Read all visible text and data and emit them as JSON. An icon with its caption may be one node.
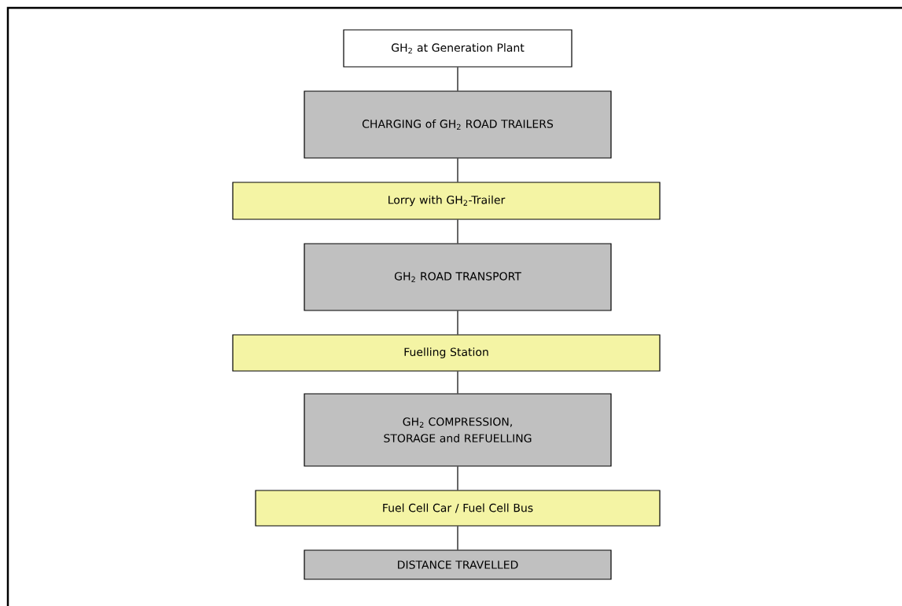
{
  "diagram": {
    "nodes": [
      {
        "text": [
          "GH$_{2}$ at Generation Plant"
        ]
      },
      {
        "text": [
          "CHARGING of GH$_{2}$ ROAD TRAILERS"
        ]
      },
      {
        "text": [
          "Lorry with GH$_{2}$-Trailer"
        ]
      },
      {
        "text": [
          "GH$_{2}$ ROAD TRANSPORT"
        ]
      },
      {
        "text": [
          "Fuelling Station"
        ]
      },
      {
        "text": [
          "GH$_{2}$ COMPRESSION, STORAGE and REFUELLING"
        ]
      },
      {
        "text": [
          "Fuel Cell Car / Fuel Cell Bus"
        ]
      },
      {
        "text": [
          "DISTANCE TRAVELLED"
        ]
      }
    ],
    "edges": [
      {
        "from": 0,
        "to": 1,
        "arrow": "none"
      },
      {
        "from": 1,
        "to": 2,
        "arrow": "none"
      },
      {
        "from": 2,
        "to": 3,
        "arrow": "none"
      },
      {
        "from": 3,
        "to": 4,
        "arrow": "none"
      },
      {
        "from": 4,
        "to": 5,
        "arrow": "none"
      },
      {
        "from": 5,
        "to": 6,
        "arrow": "none"
      },
      {
        "from": 6,
        "to": 7,
        "arrow": "none"
      }
    ]
  }
}
